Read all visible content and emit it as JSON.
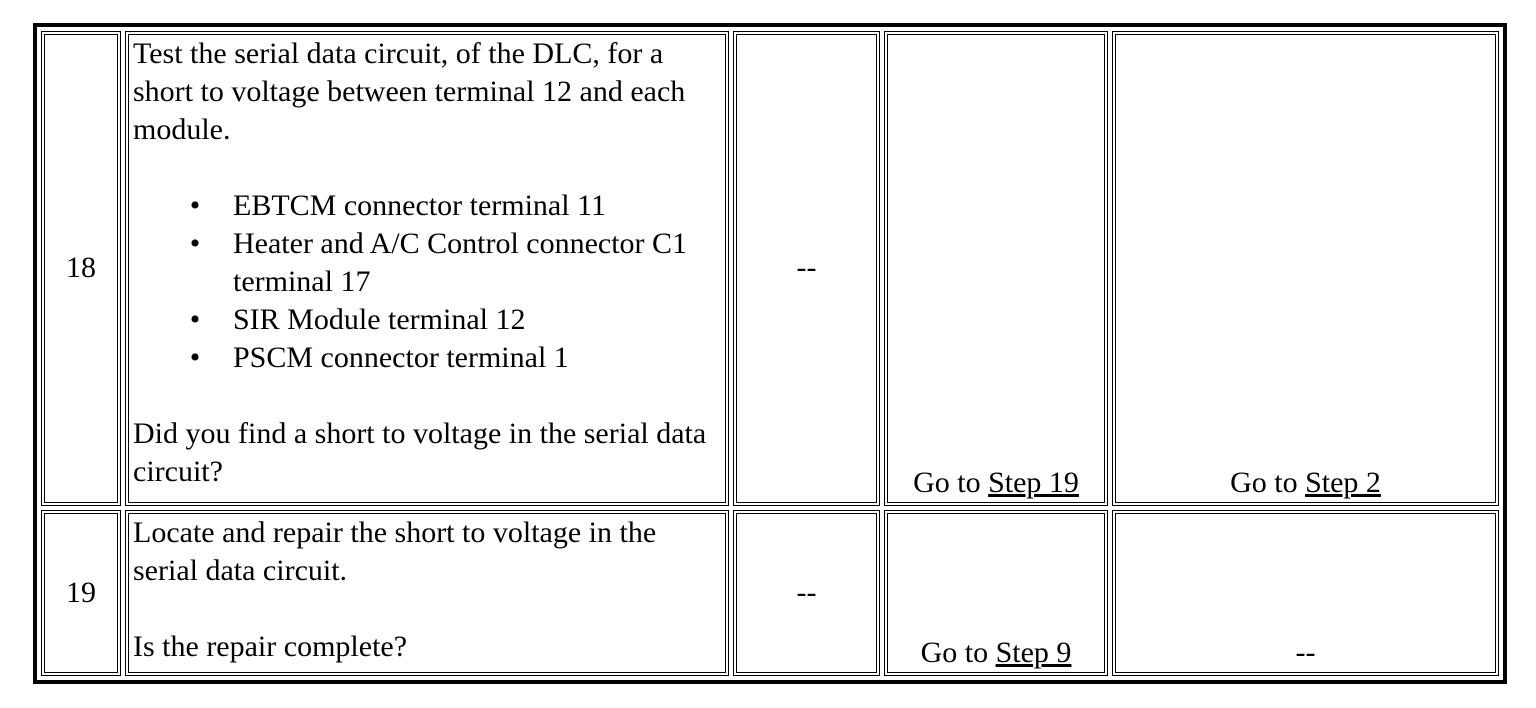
{
  "rows": [
    {
      "step": "18",
      "action": {
        "intro": "Test the serial data circuit, of the DLC, for a short to voltage between terminal 12 and each module.",
        "items": [
          "EBTCM connector terminal 11",
          "Heater and A/C Control connector C1 terminal 17",
          "SIR Module terminal 12",
          "PSCM connector terminal 1"
        ],
        "question": "Did you find a short to voltage in the serial data circuit?"
      },
      "value": "--",
      "yes": {
        "prefix": "Go to ",
        "link": "Step 19"
      },
      "no": {
        "prefix": "Go to ",
        "link": "Step 2"
      }
    },
    {
      "step": "19",
      "action": {
        "intro": "Locate and repair the short to voltage in the serial data circuit.",
        "question": "Is the repair complete?"
      },
      "value": "--",
      "yes": {
        "prefix": "Go to ",
        "link": "Step 9"
      },
      "no": {
        "text": "--"
      }
    }
  ],
  "bullet_glyph": "•"
}
